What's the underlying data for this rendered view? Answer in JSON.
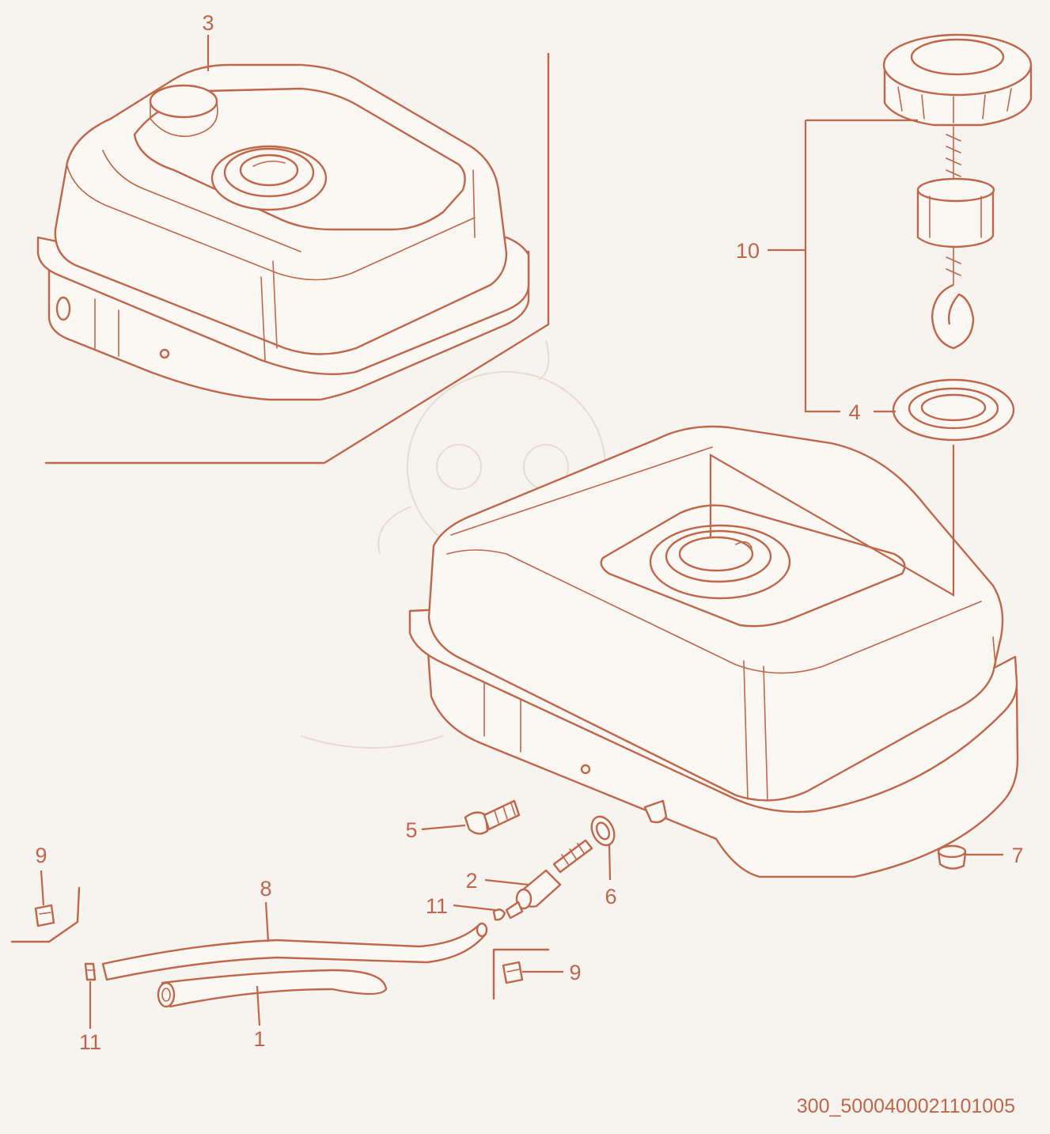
{
  "callouts": {
    "c1": "1",
    "c2": "2",
    "c3": "3",
    "c4": "4",
    "c5": "5",
    "c6": "6",
    "c7": "7",
    "c8": "8",
    "c9a": "9",
    "c9b": "9",
    "c10": "10",
    "c11a": "11",
    "c11b": "11"
  },
  "drawing_code": "300_5000400021101005",
  "colors": {
    "line": "#c0664a",
    "background": "#f7f4ef"
  }
}
